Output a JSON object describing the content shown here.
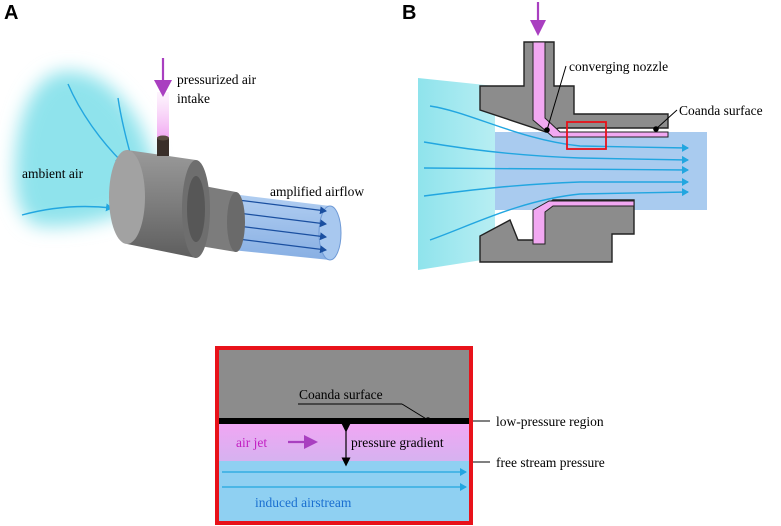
{
  "panel_a": {
    "letter": "A",
    "intake_label_line1": "pressurized air",
    "intake_label_line2": "intake",
    "ambient_label": "ambient air",
    "amplified_label": "amplified airflow"
  },
  "panel_b": {
    "letter": "B",
    "nozzle_label": "converging nozzle",
    "coanda_label": "Coanda surface"
  },
  "detail": {
    "coanda_label": "Coanda surface",
    "low_pressure_label": "low-pressure region",
    "air_jet_label": "air jet",
    "pressure_gradient_label": "pressure gradient",
    "free_stream_label": "free stream pressure",
    "induced_label": "induced airstream"
  },
  "colors": {
    "cyan_flow": "#22a6e0",
    "ambient_glow": "#8fe3ec",
    "air_jet_pink": "#f2a8f2",
    "arrow_purple": "#a93fc0",
    "steel_gray": "#8c8c8c",
    "detail_border": "#e8121a",
    "amplified_blue": "#8fb9e8"
  }
}
